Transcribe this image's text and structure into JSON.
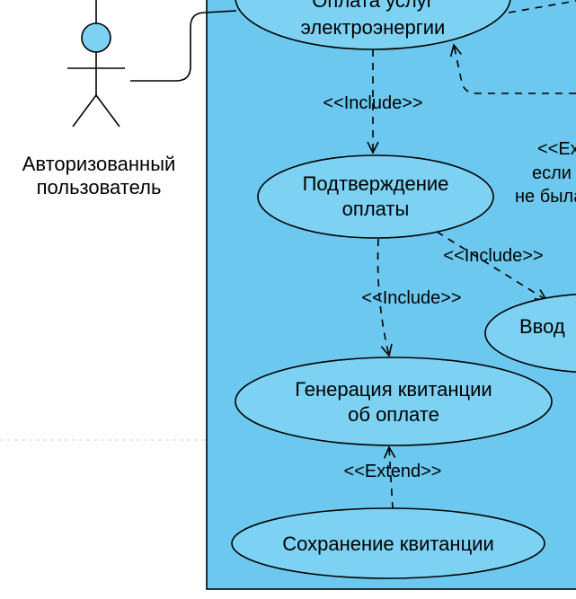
{
  "diagram": {
    "kind": "UML use case diagram",
    "colors": {
      "system_fill": "#6cc8ee",
      "shape_fill": "#7dd2f3",
      "stroke": "#000000",
      "page_break": "#d9d9d9"
    },
    "actor": {
      "name_line1": "Авторизованный",
      "name_line2": "пользователь"
    },
    "usecases": {
      "payment": {
        "line1": "Оплата услуг",
        "line2": "электроэнергии"
      },
      "confirmation": {
        "line1": "Подтверждение",
        "line2": "оплаты"
      },
      "input": {
        "line1": "Ввод"
      },
      "receipt": {
        "line1": "Генерация квитанции",
        "line2": "об оплате"
      },
      "save": {
        "line1": "Сохранение квитанции"
      }
    },
    "connector_labels": {
      "include_top": "<<Include>>",
      "include_right": "<<Include>>",
      "include_left": "<<Include>>",
      "extend_bottom": "<<Extend>>"
    },
    "edge_note": {
      "line1": "<<Ext",
      "line2": "если",
      "line3": "не была"
    }
  }
}
